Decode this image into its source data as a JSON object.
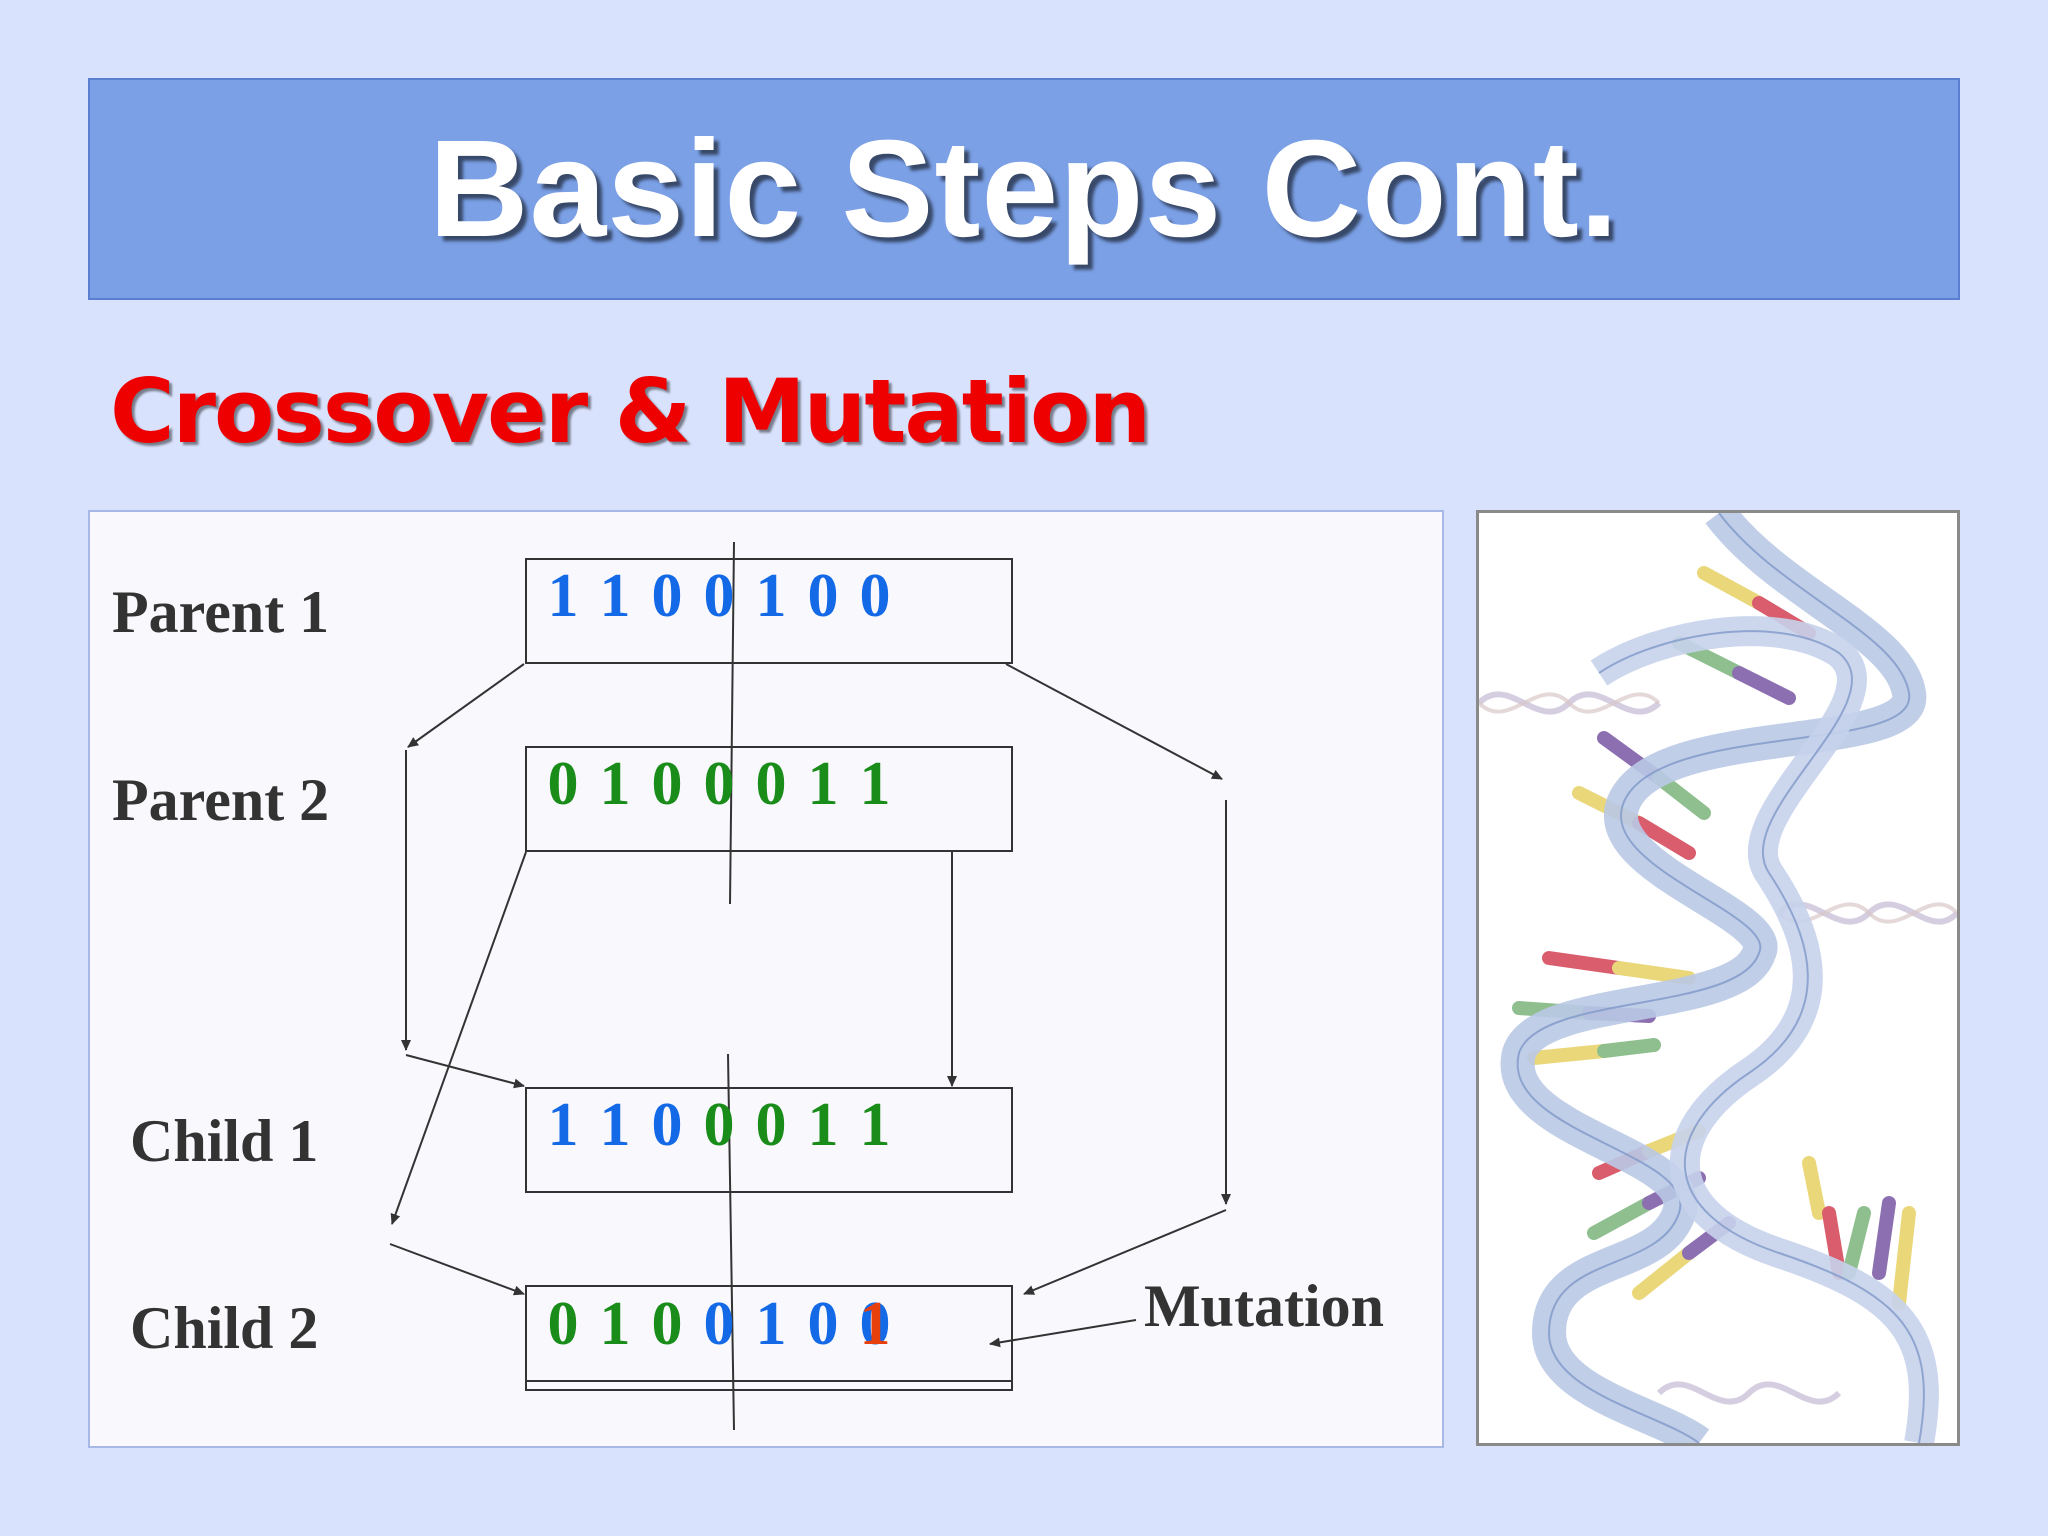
{
  "slide": {
    "title": "Basic Steps Cont.",
    "subtitle": "Crossover & Mutation"
  },
  "diagram": {
    "rows": [
      {
        "label": "Parent 1",
        "bits": [
          "1",
          "1",
          "0",
          "0",
          "1",
          "0",
          "0"
        ],
        "colors": [
          "blue",
          "blue",
          "blue",
          "blue",
          "blue",
          "blue",
          "blue"
        ]
      },
      {
        "label": "Parent 2",
        "bits": [
          "0",
          "1",
          "0",
          "0",
          "0",
          "1",
          "1"
        ],
        "colors": [
          "green",
          "green",
          "green",
          "green",
          "green",
          "green",
          "green"
        ]
      },
      {
        "label": "Child 1",
        "bits": [
          "1",
          "1",
          "0",
          "0",
          "0",
          "1",
          "1"
        ],
        "colors": [
          "blue",
          "blue",
          "blue",
          "green",
          "green",
          "green",
          "green"
        ]
      },
      {
        "label": "Child 2",
        "bits": [
          "0",
          "1",
          "0",
          "0",
          "1",
          "0",
          "0"
        ],
        "colors": [
          "green",
          "green",
          "green",
          "blue",
          "blue",
          "blue",
          "blue"
        ]
      }
    ],
    "mutation": {
      "label": "Mutation",
      "bit_index": 6,
      "new_value": "1"
    },
    "colors": {
      "blue": "#1469e6",
      "green": "#1a8c1a",
      "mutation": "#e8400c",
      "label": "#333333",
      "line": "#333333"
    }
  }
}
